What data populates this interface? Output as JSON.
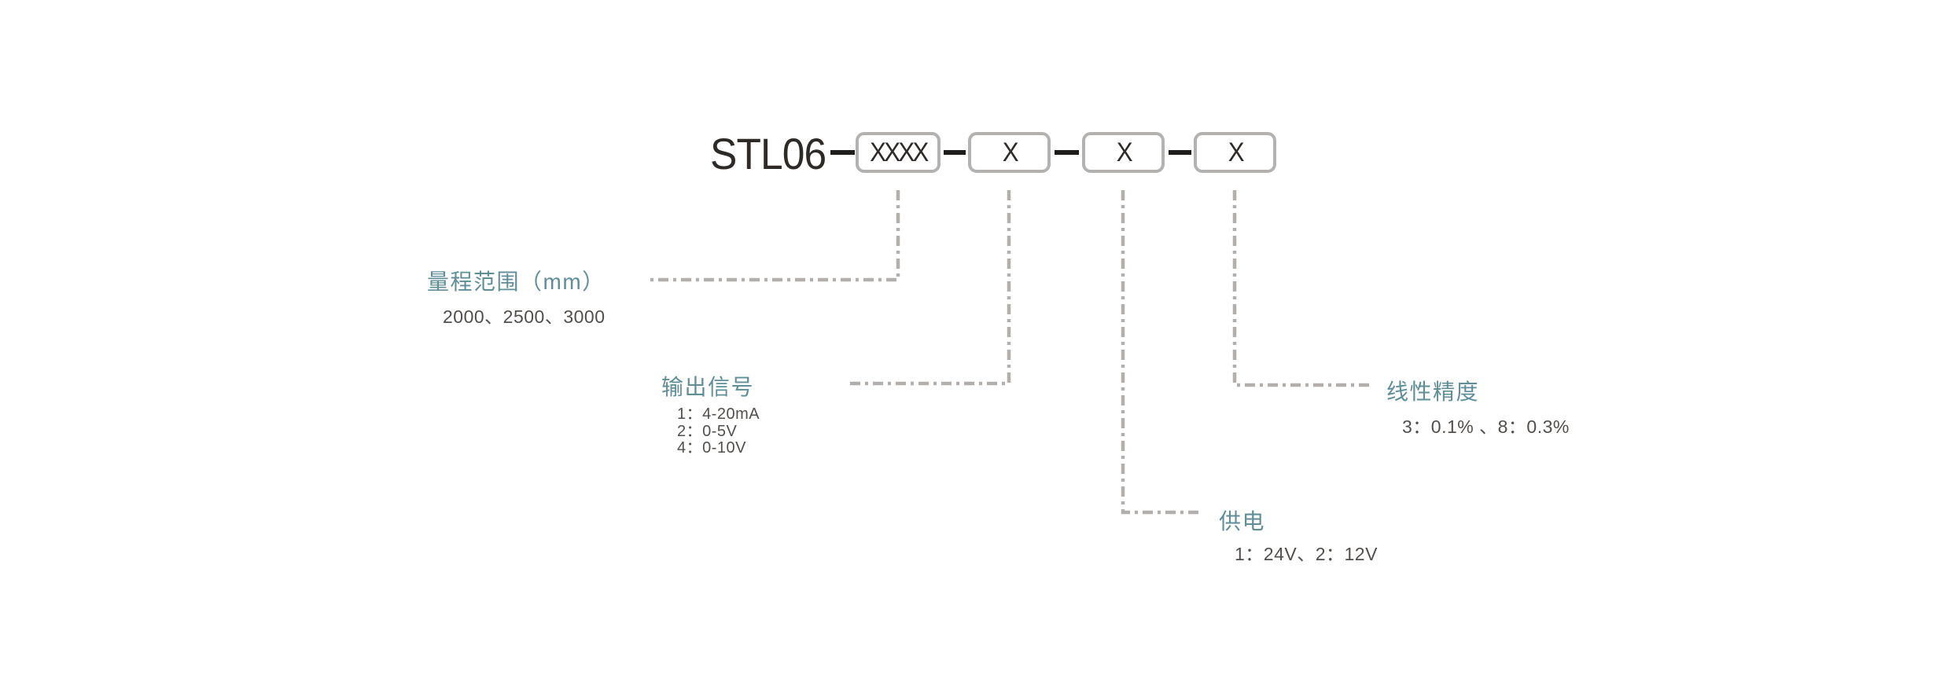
{
  "model_code": {
    "prefix": "STL06",
    "segments": [
      "XXXX",
      "X",
      "X",
      "X"
    ]
  },
  "callouts": {
    "range": {
      "title": "量程范围（mm）",
      "values": "2000、2500、3000"
    },
    "output": {
      "title": "输出信号",
      "options": [
        "1：4-20mA",
        "2：0-5V",
        "4：0-10V"
      ]
    },
    "power": {
      "title": "供电",
      "values": "1：24V、2：12V"
    },
    "linearity": {
      "title": "线性精度",
      "values": "3：0.1% 、8：0.3%"
    }
  },
  "colors": {
    "accent": "#5f8e99",
    "text_dark": "#2d2a28",
    "text_body": "#524e4b",
    "line_gray": "#b2afac",
    "box_border": "#b4b2b0",
    "joint_black": "#1f1d1b",
    "page_bg": "#ffffff"
  }
}
